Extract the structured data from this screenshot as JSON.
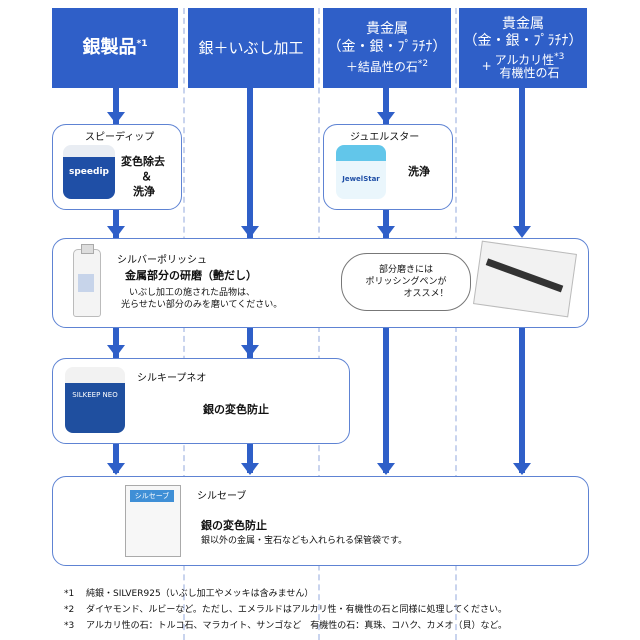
{
  "columns": [
    {
      "title": "銀製品",
      "mark": "*1"
    },
    {
      "title": "銀＋いぶし加工"
    },
    {
      "title_line1": "貴金属",
      "title_line2": "（金・銀・ﾌﾟﾗﾁﾅ）",
      "sub": "＋結晶性の石",
      "mark": "*2"
    },
    {
      "title_line1": "貴金属",
      "title_line2": "（金・銀・ﾌﾟﾗﾁﾅ）",
      "sub_line1": "アルカリ性",
      "sub_line2": "有機性の石",
      "plus": "+",
      "mark": "*3"
    }
  ],
  "products": {
    "speedy": {
      "name": "スピーディップ",
      "desc1": "変色除去",
      "desc2": "＆",
      "desc3": "洗浄",
      "jar_text": "speedip"
    },
    "jewel": {
      "name": "ジュエルスター",
      "desc": "洗浄",
      "jar_text": "JewelStar"
    },
    "polish": {
      "name": "シルバーポリッシュ",
      "desc_main": "金属部分の研磨（艶だし）",
      "desc_sub1": "いぶし加工の施された品物は、",
      "desc_sub2": "光らせたい部分のみを磨いてください。"
    },
    "bubble": {
      "line1": "部分磨きには",
      "line2": "ポリッシングペンが",
      "line3": "オススメ！"
    },
    "silkeep": {
      "name": "シルキープネオ",
      "desc": "銀の変色防止",
      "jar_text": "SILKEEP NEO"
    },
    "silsave": {
      "name": "シルセーブ",
      "desc": "銀の変色防止",
      "desc_sub": "銀以外の金属・宝石なども入れられる保管袋です。",
      "pack_text": "シルセーブ"
    }
  },
  "footnotes": [
    {
      "mark": "*1",
      "text": "純銀・SILVER925（いぶし加工やメッキは含みません）"
    },
    {
      "mark": "*2",
      "text": "ダイヤモンド、ルビーなど。ただし、エメラルドはアルカリ性・有機性の石と同様に処理してください。"
    },
    {
      "mark": "*3",
      "text": "アルカリ性の石：トルコ石、マラカイト、サンゴなど　有機性の石：真珠、コハク、カメオ（貝）など。"
    }
  ],
  "colors": {
    "flow": "#2f5fc8",
    "box_border": "#5e83d3",
    "dash": "#c9d4ee"
  }
}
